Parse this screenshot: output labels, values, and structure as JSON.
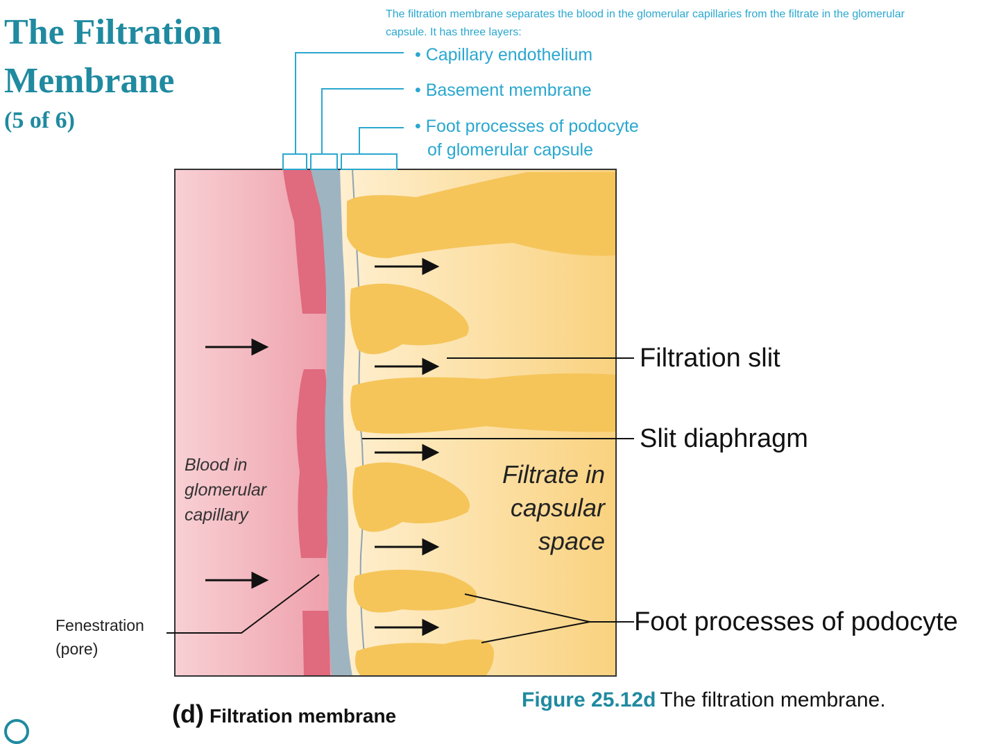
{
  "title": {
    "line1": "The Filtration",
    "line2": "Membrane",
    "sub": "(5 of 6)"
  },
  "intro": "The filtration membrane separates the blood in the glomerular capillaries from the filtrate in the glomerular capsule. It has three layers:",
  "layers": {
    "endothelium": "• Capillary endothelium",
    "basement": "• Basement membrane",
    "foot1": "• Foot processes of podocyte",
    "foot2": "of glomerular capsule"
  },
  "callouts": {
    "filtration_slit": "Filtration slit",
    "slit_diaphragm": "Slit diaphragm",
    "foot_processes": "Foot processes of podocyte"
  },
  "blood": [
    "Blood in",
    "glomerular",
    "capillary"
  ],
  "filtrate": [
    "Filtrate in",
    "capsular",
    "space"
  ],
  "fenestration": [
    "Fenestration",
    "(pore)"
  ],
  "panel": {
    "letter": "(d)",
    "name": "Filtration membrane"
  },
  "caption": {
    "fig": "Figure 25.12d",
    "text": "The filtration membrane."
  },
  "colors": {
    "accent": "#1f8aa0",
    "label_blue": "#2aa7cf",
    "blood": "#f5c2c8",
    "endothelium": "#e06a7e",
    "basement": "#9fb4c1",
    "filtrate": "#fde2a8",
    "foot": "#f5c55a"
  }
}
